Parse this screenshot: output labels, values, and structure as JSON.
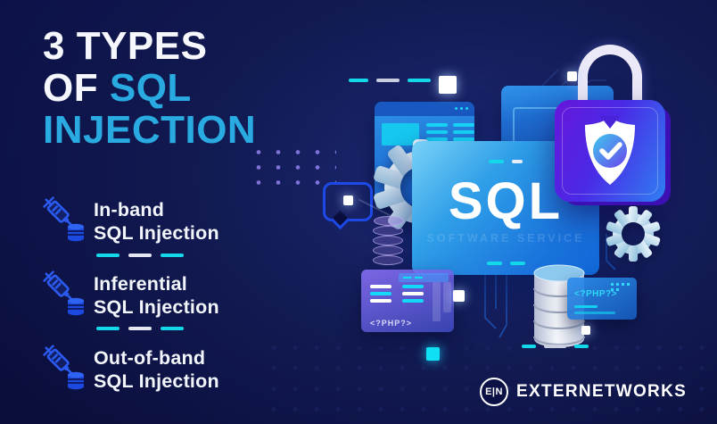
{
  "title": {
    "line1": "3 TYPES",
    "line2_white": "OF",
    "line2_accent": "SQL",
    "line3": "INJECTION"
  },
  "list": {
    "items": [
      {
        "line1": "In-band",
        "line2": "SQL Injection"
      },
      {
        "line1": "Inferential",
        "line2": "SQL Injection"
      },
      {
        "line1": "Out-of-band",
        "line2": "SQL Injection"
      }
    ]
  },
  "illustration": {
    "sql_label": "SQL",
    "sql_subtext": "SOFTWARE SERVICE",
    "code_left_label": "<?PHP?>",
    "code_right_label": "<?PHP?>",
    "icons": {
      "list_bullet": "syringe-with-database",
      "security": "padlock-with-shield-check",
      "machinery": "gears",
      "storage": "database-cylinder",
      "chat": "speech-bubble",
      "windows": "browser-wireframes"
    }
  },
  "footer": {
    "brand_mark": "E|N",
    "brand_name": "EXTERNETWORKS"
  },
  "colors": {
    "background": "#0a0e3c",
    "accent_cyan": "#29abe2",
    "dash_cyan": "#12d8ea",
    "syringe_blue": "#2b5af0",
    "panel_blue": "#2196e8",
    "lock_purple": "#5a1fd8",
    "dot_purple": "#8577e0"
  }
}
